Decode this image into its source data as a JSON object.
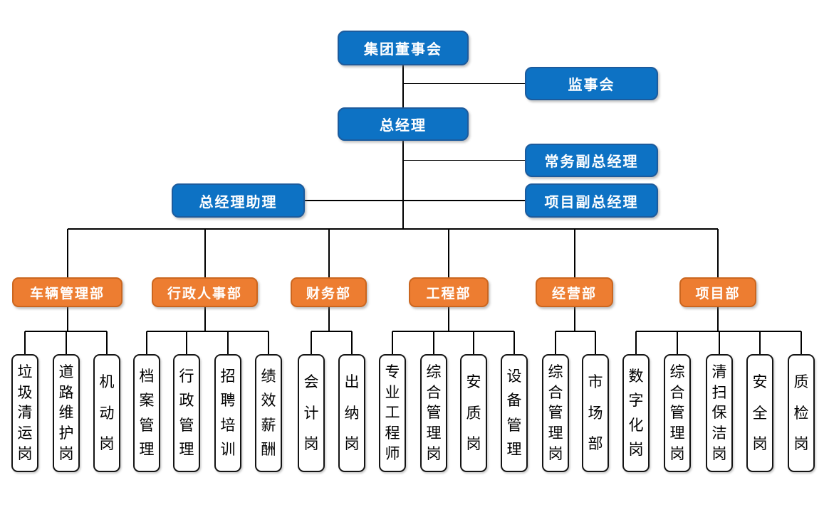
{
  "chart_title": "",
  "colors": {
    "executive_fill": "#0d72c4",
    "executive_border": "#1c5b9d",
    "department_fill": "#ed7d31",
    "department_border": "#cb661f",
    "position_fill": "#ffffff",
    "position_border": "#141414",
    "text_on_color": "#ffffff",
    "text_on_white": "#000000",
    "connector": "#000000"
  },
  "executives": {
    "board": {
      "label": "集团董事会"
    },
    "supervisory": {
      "label": "监事会"
    },
    "gm": {
      "label": "总经理"
    },
    "exec_deputy_gm": {
      "label": "常务副总经理"
    },
    "gm_assistant": {
      "label": "总经理助理"
    },
    "project_deputy_gm": {
      "label": "项目副总经理"
    }
  },
  "departments": [
    {
      "label": "车辆管理部",
      "positions": [
        "垃圾清运岗",
        "道路维护岗",
        "机动岗"
      ]
    },
    {
      "label": "行政人事部",
      "positions": [
        "档案管理",
        "行政管理",
        "招聘培训",
        "绩效薪酬"
      ]
    },
    {
      "label": "财务部",
      "positions": [
        "会计岗",
        "出纳岗"
      ]
    },
    {
      "label": "工程部",
      "positions": [
        "专业工程师",
        "综合管理岗",
        "安质岗",
        "设备管理"
      ]
    },
    {
      "label": "经营部",
      "positions": [
        "综合管理岗",
        "市场部"
      ]
    },
    {
      "label": "项目部",
      "positions": [
        "数字化岗",
        "综合管理岗",
        "清扫保洁岗",
        "安全岗",
        "质检岗"
      ]
    }
  ]
}
